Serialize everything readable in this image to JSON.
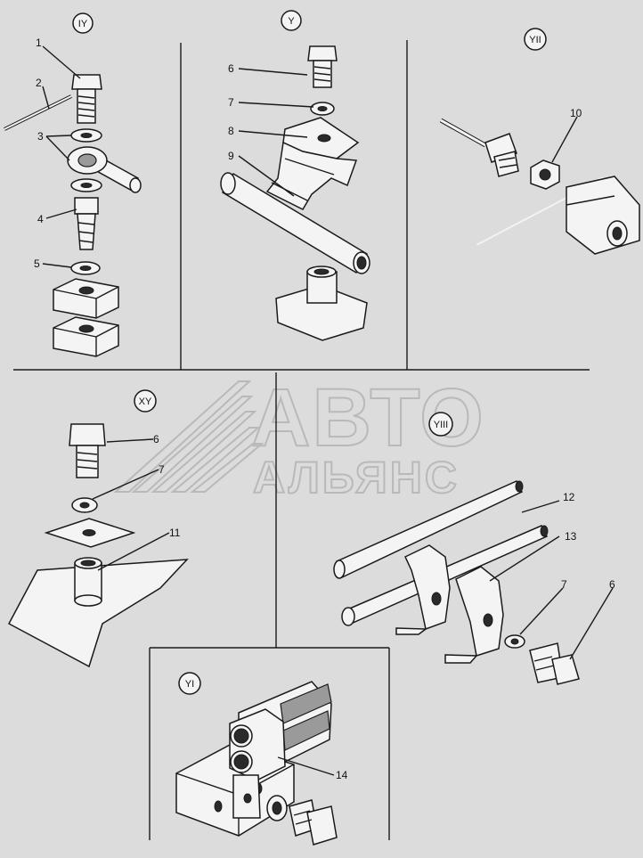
{
  "sections": {
    "iy": "IY",
    "y": "Y",
    "yii": "YII",
    "xy": "XY",
    "yiii": "YIII",
    "yi": "YI"
  },
  "labels": {
    "iy": [
      "1",
      "2",
      "3",
      "4",
      "5"
    ],
    "y": [
      "6",
      "7",
      "8",
      "9"
    ],
    "yii": [
      "10"
    ],
    "xy": [
      "6",
      "7",
      "11"
    ],
    "yiii": [
      "12",
      "13",
      "7",
      "6"
    ],
    "yi": [
      "14"
    ]
  },
  "watermark": {
    "line1": "АВТО",
    "line2": "АЛЬЯНС"
  }
}
